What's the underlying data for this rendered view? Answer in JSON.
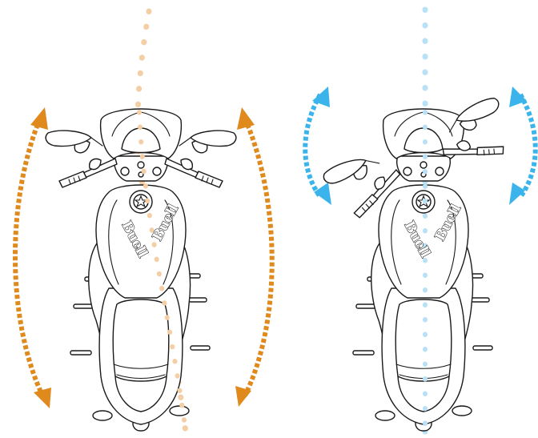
{
  "colors": {
    "left_arrow": "#E08A1E",
    "left_line": "#F4CFA5",
    "right_arrow": "#3BB4EC",
    "right_line": "#B9E1F6",
    "outline": "#1a1a1a",
    "background": "#ffffff"
  },
  "panels": [
    {
      "id": "left",
      "tank_label_left": "Buell",
      "tank_label_right": "Buell",
      "steering": "wide swing (large turning arrows)",
      "centerline": "curved path"
    },
    {
      "id": "right",
      "tank_label_left": "Buell",
      "tank_label_right": "Buell",
      "steering": "short swing (small turning arrows)",
      "centerline": "straight path"
    }
  ]
}
